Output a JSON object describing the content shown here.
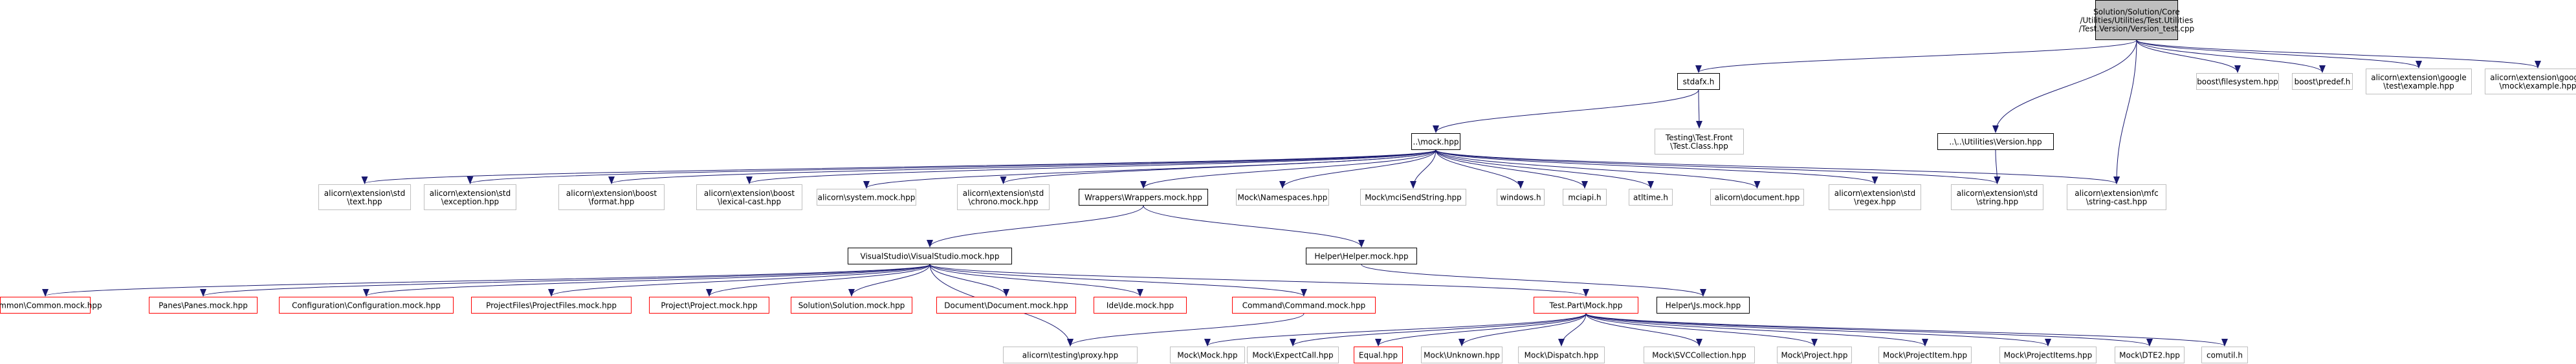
{
  "colors": {
    "edge": "#191970",
    "border_normal": "#000000",
    "border_missing": "#bfbfbf",
    "border_error": "#ff0000",
    "root_fill": "#bfbfbf",
    "node_fill": "#ffffff",
    "text": "#000000"
  },
  "nodes": [
    {
      "id": "root",
      "lines": [
        "Solution/Solution/Core",
        "/Utilities/Utilities/Test.Utilities",
        "/Test.Version/Version_test.cpp"
      ],
      "kind": "root"
    },
    {
      "id": "stdafx",
      "lines": [
        "stdafx.h"
      ],
      "kind": "normal"
    },
    {
      "id": "boost_fs",
      "lines": [
        "boost\\filesystem.hpp"
      ],
      "kind": "missing"
    },
    {
      "id": "boost_predef",
      "lines": [
        "boost\\predef.h"
      ],
      "kind": "missing"
    },
    {
      "id": "gtest_ex",
      "lines": [
        "alicorn\\extension\\google",
        "\\test\\example.hpp"
      ],
      "kind": "missing"
    },
    {
      "id": "gmock_ex",
      "lines": [
        "alicorn\\extension\\google",
        "\\mock\\example.hpp"
      ],
      "kind": "missing"
    },
    {
      "id": "testfront",
      "lines": [
        "Testing\\Test.Front",
        "\\Test.Class.hpp"
      ],
      "kind": "missing"
    },
    {
      "id": "mock",
      "lines": [
        "..\\mock.hpp"
      ],
      "kind": "normal"
    },
    {
      "id": "version",
      "lines": [
        "..\\..\\Utilities\\Version.hpp"
      ],
      "kind": "normal"
    },
    {
      "id": "std_text",
      "lines": [
        "alicorn\\extension\\std",
        "\\text.hpp"
      ],
      "kind": "missing"
    },
    {
      "id": "std_exc",
      "lines": [
        "alicorn\\extension\\std",
        "\\exception.hpp"
      ],
      "kind": "missing"
    },
    {
      "id": "boost_format",
      "lines": [
        "alicorn\\extension\\boost",
        "\\format.hpp"
      ],
      "kind": "missing"
    },
    {
      "id": "boost_lexical",
      "lines": [
        "alicorn\\extension\\boost",
        "\\lexical-cast.hpp"
      ],
      "kind": "missing"
    },
    {
      "id": "sys_mock",
      "lines": [
        "alicorn\\system.mock.hpp"
      ],
      "kind": "missing"
    },
    {
      "id": "std_chrono",
      "lines": [
        "alicorn\\extension\\std",
        "\\chrono.mock.hpp"
      ],
      "kind": "missing"
    },
    {
      "id": "wrappers",
      "lines": [
        "Wrappers\\Wrappers.mock.hpp"
      ],
      "kind": "normal"
    },
    {
      "id": "mock_ns",
      "lines": [
        "Mock\\Namespaces.hpp"
      ],
      "kind": "missing"
    },
    {
      "id": "mock_mci",
      "lines": [
        "Mock\\mciSendString.hpp"
      ],
      "kind": "missing"
    },
    {
      "id": "windows",
      "lines": [
        "windows.h"
      ],
      "kind": "missing"
    },
    {
      "id": "mciapi",
      "lines": [
        "mciapi.h"
      ],
      "kind": "missing"
    },
    {
      "id": "atltime",
      "lines": [
        "atltime.h"
      ],
      "kind": "missing"
    },
    {
      "id": "document",
      "lines": [
        "alicorn\\document.hpp"
      ],
      "kind": "missing"
    },
    {
      "id": "std_regex",
      "lines": [
        "alicorn\\extension\\std",
        "\\regex.hpp"
      ],
      "kind": "missing"
    },
    {
      "id": "std_string",
      "lines": [
        "alicorn\\extension\\std",
        "\\string.hpp"
      ],
      "kind": "missing"
    },
    {
      "id": "mfc_string",
      "lines": [
        "alicorn\\extension\\mfc",
        "\\string-cast.hpp"
      ],
      "kind": "missing"
    },
    {
      "id": "vs_mock",
      "lines": [
        "VisualStudio\\VisualStudio.mock.hpp"
      ],
      "kind": "normal"
    },
    {
      "id": "helper",
      "lines": [
        "Helper\\Helper.mock.hpp"
      ],
      "kind": "normal"
    },
    {
      "id": "common",
      "lines": [
        "Common\\Common.mock.hpp"
      ],
      "kind": "error"
    },
    {
      "id": "panes",
      "lines": [
        "Panes\\Panes.mock.hpp"
      ],
      "kind": "error"
    },
    {
      "id": "config",
      "lines": [
        "Configuration\\Configuration.mock.hpp"
      ],
      "kind": "error"
    },
    {
      "id": "projfiles",
      "lines": [
        "ProjectFiles\\ProjectFiles.mock.hpp"
      ],
      "kind": "error"
    },
    {
      "id": "project",
      "lines": [
        "Project\\Project.mock.hpp"
      ],
      "kind": "error"
    },
    {
      "id": "solution",
      "lines": [
        "Solution\\Solution.mock.hpp"
      ],
      "kind": "error"
    },
    {
      "id": "docmock",
      "lines": [
        "Document\\Document.mock.hpp"
      ],
      "kind": "error"
    },
    {
      "id": "ide",
      "lines": [
        "Ide\\Ide.mock.hpp"
      ],
      "kind": "error"
    },
    {
      "id": "command",
      "lines": [
        "Command\\Command.mock.hpp"
      ],
      "kind": "error"
    },
    {
      "id": "testpart",
      "lines": [
        "Test.Part\\Mock.hpp"
      ],
      "kind": "error"
    },
    {
      "id": "js",
      "lines": [
        "Helper\\Js.mock.hpp"
      ],
      "kind": "normal"
    },
    {
      "id": "proxy",
      "lines": [
        "alicorn\\testing\\proxy.hpp"
      ],
      "kind": "missing"
    },
    {
      "id": "m_mock",
      "lines": [
        "Mock\\Mock.hpp"
      ],
      "kind": "missing"
    },
    {
      "id": "m_expect",
      "lines": [
        "Mock\\ExpectCall.hpp"
      ],
      "kind": "missing"
    },
    {
      "id": "equal",
      "lines": [
        "Equal.hpp"
      ],
      "kind": "error"
    },
    {
      "id": "m_unknown",
      "lines": [
        "Mock\\Unknown.hpp"
      ],
      "kind": "missing"
    },
    {
      "id": "m_dispatch",
      "lines": [
        "Mock\\Dispatch.hpp"
      ],
      "kind": "missing"
    },
    {
      "id": "m_svc",
      "lines": [
        "Mock\\SVCCollection.hpp"
      ],
      "kind": "missing"
    },
    {
      "id": "m_project",
      "lines": [
        "Mock\\Project.hpp"
      ],
      "kind": "missing"
    },
    {
      "id": "m_projitem",
      "lines": [
        "Mock\\ProjectItem.hpp"
      ],
      "kind": "missing"
    },
    {
      "id": "m_projitems",
      "lines": [
        "Mock\\ProjectItems.hpp"
      ],
      "kind": "missing"
    },
    {
      "id": "m_dte2",
      "lines": [
        "Mock\\DTE2.hpp"
      ],
      "kind": "missing"
    },
    {
      "id": "comutil",
      "lines": [
        "comutil.h"
      ],
      "kind": "missing"
    }
  ],
  "edges": [
    [
      "root",
      "stdafx"
    ],
    [
      "root",
      "boost_fs"
    ],
    [
      "root",
      "boost_predef"
    ],
    [
      "root",
      "gtest_ex"
    ],
    [
      "root",
      "gmock_ex"
    ],
    [
      "root",
      "version"
    ],
    [
      "root",
      "mfc_string"
    ],
    [
      "stdafx",
      "mock"
    ],
    [
      "stdafx",
      "testfront"
    ],
    [
      "mock",
      "std_text"
    ],
    [
      "mock",
      "std_exc"
    ],
    [
      "mock",
      "boost_format"
    ],
    [
      "mock",
      "boost_lexical"
    ],
    [
      "mock",
      "sys_mock"
    ],
    [
      "mock",
      "std_chrono"
    ],
    [
      "mock",
      "wrappers"
    ],
    [
      "mock",
      "mock_ns"
    ],
    [
      "mock",
      "mock_mci"
    ],
    [
      "mock",
      "windows"
    ],
    [
      "mock",
      "mciapi"
    ],
    [
      "mock",
      "atltime"
    ],
    [
      "mock",
      "document"
    ],
    [
      "mock",
      "std_regex"
    ],
    [
      "mock",
      "std_string"
    ],
    [
      "mock",
      "mfc_string"
    ],
    [
      "version",
      "std_string"
    ],
    [
      "wrappers",
      "vs_mock"
    ],
    [
      "wrappers",
      "helper"
    ],
    [
      "helper",
      "js"
    ],
    [
      "vs_mock",
      "common"
    ],
    [
      "vs_mock",
      "panes"
    ],
    [
      "vs_mock",
      "config"
    ],
    [
      "vs_mock",
      "projfiles"
    ],
    [
      "vs_mock",
      "project"
    ],
    [
      "vs_mock",
      "solution"
    ],
    [
      "vs_mock",
      "docmock"
    ],
    [
      "vs_mock",
      "ide"
    ],
    [
      "vs_mock",
      "command"
    ],
    [
      "vs_mock",
      "testpart"
    ],
    [
      "vs_mock",
      "proxy"
    ],
    [
      "command",
      "proxy"
    ],
    [
      "testpart",
      "m_mock"
    ],
    [
      "testpart",
      "m_expect"
    ],
    [
      "testpart",
      "equal"
    ],
    [
      "testpart",
      "m_unknown"
    ],
    [
      "testpart",
      "m_dispatch"
    ],
    [
      "testpart",
      "m_svc"
    ],
    [
      "testpart",
      "m_project"
    ],
    [
      "testpart",
      "m_projitem"
    ],
    [
      "testpart",
      "m_projitems"
    ],
    [
      "testpart",
      "m_dte2"
    ],
    [
      "testpart",
      "comutil"
    ]
  ]
}
